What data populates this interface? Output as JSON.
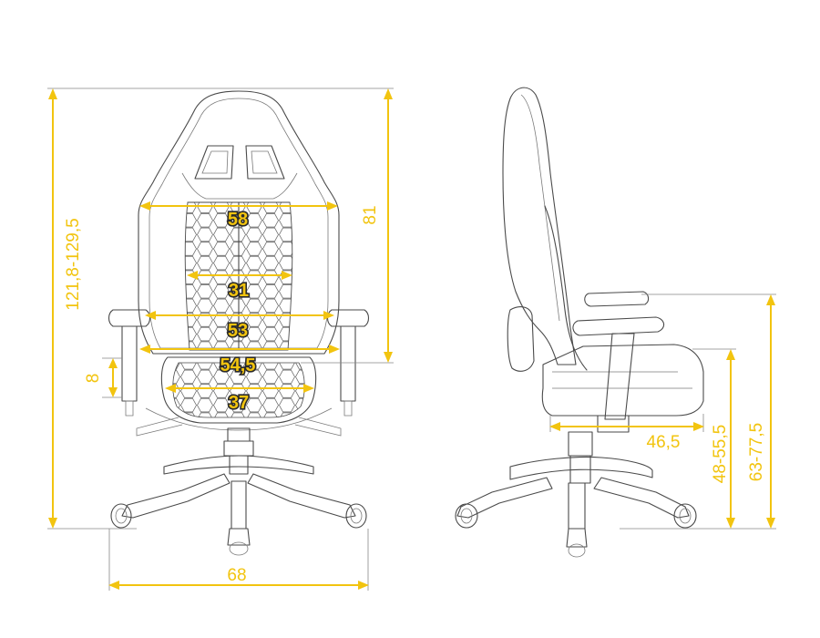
{
  "front_view": {
    "overall_height": "121,8-129,5",
    "backrest_height": "81",
    "backrest_width": "58",
    "lumbar_width": "31",
    "inner_armrest_width": "53",
    "seat_width": "54,5",
    "seat_depth_width": "37",
    "armrest_adjust": "8",
    "base_width": "68"
  },
  "side_view": {
    "seat_depth": "46,5",
    "seat_height": "48-55,5",
    "armrest_height": "63-77,5"
  },
  "colors": {
    "dimension": "#f2c40f",
    "outline": "#4a4a4a"
  }
}
